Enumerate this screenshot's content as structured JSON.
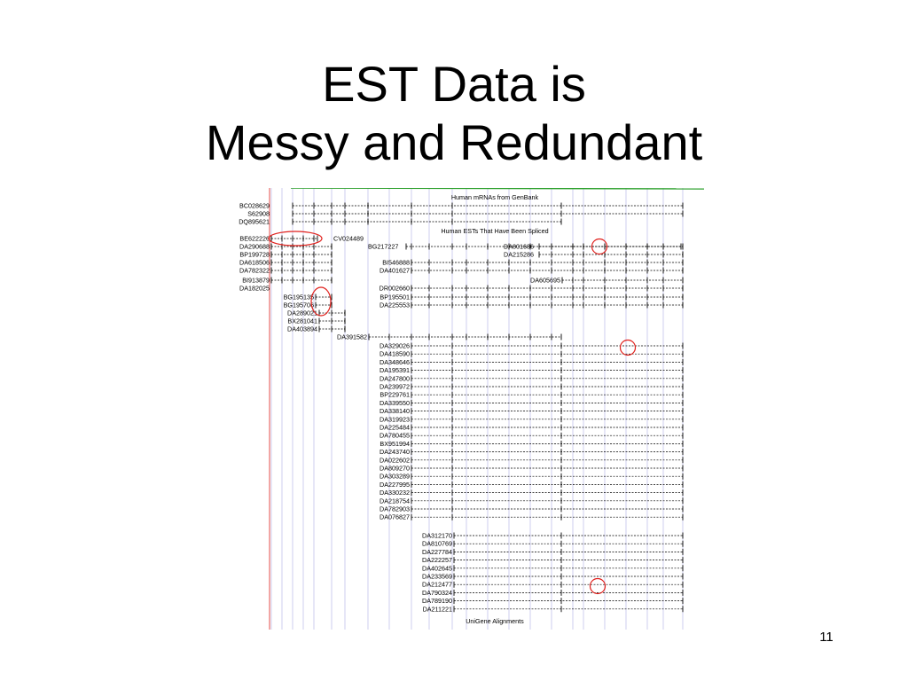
{
  "slide": {
    "title_line1": "EST Data is",
    "title_line2": "Messy and Redundant",
    "page_number": "11"
  },
  "figure": {
    "colors": {
      "track": "#000000",
      "label": "#000000",
      "grid": "#9a9ae0",
      "highlight": "#e0201c",
      "top_bar": "#2ca02c",
      "left_line": "#e0201c"
    },
    "sections": [
      {
        "title": "Human mRNAs from GenBank"
      },
      {
        "title": "Human ESTs That Have Been Spliced"
      },
      {
        "title": "UniGene Alignments"
      }
    ],
    "mrna_labels": [
      "BC028629",
      "S62908",
      "DQ895621"
    ],
    "est_labels": [
      "BE622226",
      "CV024489",
      "DA290688",
      "BG217227",
      "DA801686",
      "BP199728",
      "DA215286",
      "DA618506",
      "BI546888",
      "DA782322",
      "DA401627",
      "BI913879",
      "DA605695",
      "DA182025",
      "DR002660",
      "BG195135",
      "BP195501",
      "BG195706",
      "DA225553",
      "DA289021",
      "BX281041",
      "DA403894",
      "DA391582",
      "DA329026",
      "DA418590",
      "DA348646",
      "DA195391",
      "DA247800",
      "DA239972",
      "BP229761",
      "DA339550",
      "DA338140",
      "DA319923",
      "DA225484",
      "DA780455",
      "BX951994",
      "DA243740",
      "DA022602",
      "DA809270",
      "DA303289",
      "DA227995",
      "DA330232",
      "DA218754",
      "DA782903",
      "DA076827",
      "DA312170",
      "DA810769",
      "DA227784",
      "DA222257",
      "DA402645",
      "DA233569",
      "DA212477",
      "DA790324",
      "DA789190",
      "DA211221"
    ]
  }
}
